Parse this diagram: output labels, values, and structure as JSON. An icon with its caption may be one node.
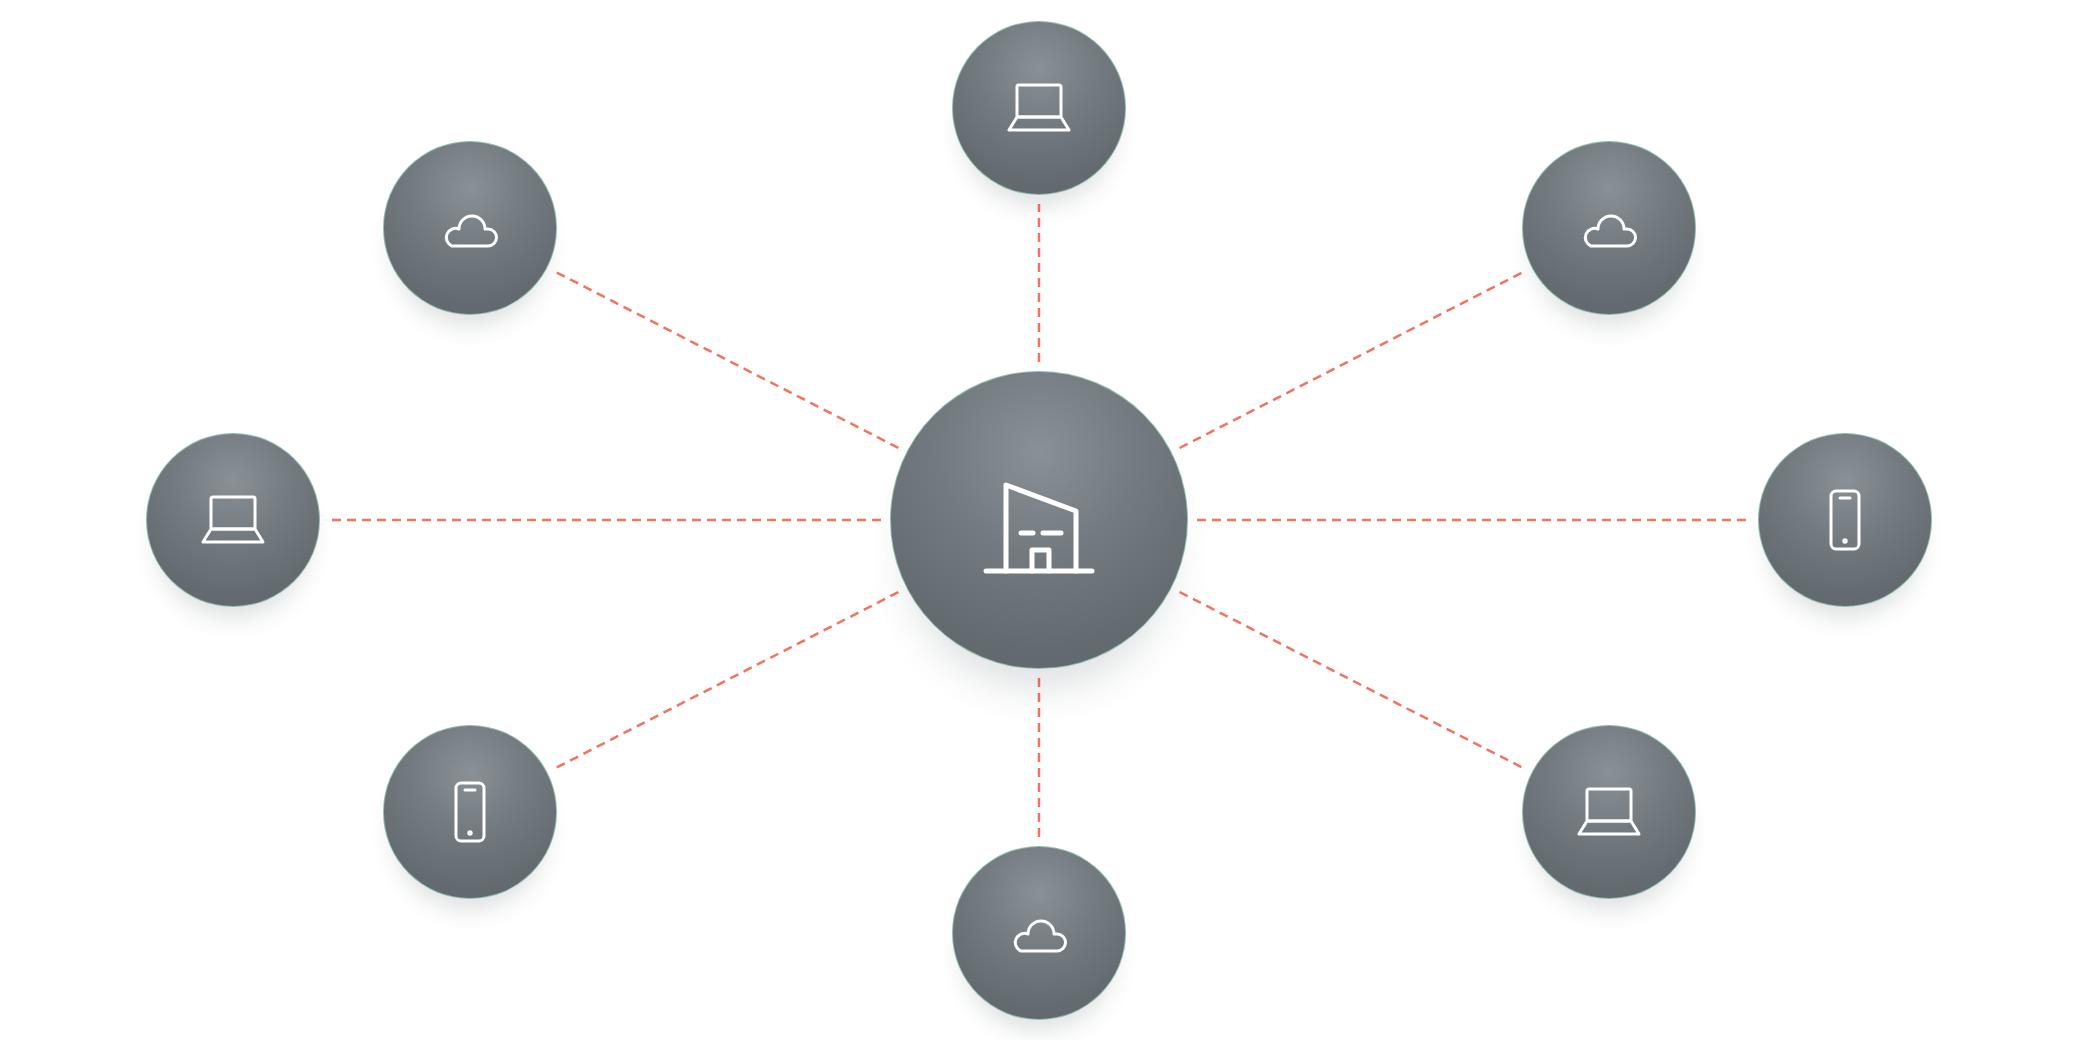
{
  "diagram": {
    "nodes": [
      {
        "text": [],
        "shape": "circle"
      },
      {
        "text": [],
        "shape": "circle"
      },
      {
        "text": [],
        "shape": "circle"
      },
      {
        "text": [],
        "shape": "circle"
      },
      {
        "text": [],
        "shape": "circle"
      },
      {
        "text": [],
        "shape": "circle"
      },
      {
        "text": [],
        "shape": "circle"
      },
      {
        "text": [],
        "shape": "circle"
      },
      {
        "text": [],
        "shape": "circle"
      }
    ],
    "edges": [
      {
        "from": 4,
        "to": 0,
        "arrow": "none",
        "style": "dashed"
      },
      {
        "from": 4,
        "to": 1,
        "arrow": "none",
        "style": "dashed"
      },
      {
        "from": 4,
        "to": 2,
        "arrow": "none",
        "style": "dashed"
      },
      {
        "from": 4,
        "to": 3,
        "arrow": "none",
        "style": "dashed"
      },
      {
        "from": 4,
        "to": 5,
        "arrow": "none",
        "style": "dashed"
      },
      {
        "from": 4,
        "to": 6,
        "arrow": "none",
        "style": "dashed"
      },
      {
        "from": 4,
        "to": 7,
        "arrow": "none",
        "style": "dashed"
      },
      {
        "from": 4,
        "to": 8,
        "arrow": "none",
        "style": "dashed"
      }
    ]
  }
}
